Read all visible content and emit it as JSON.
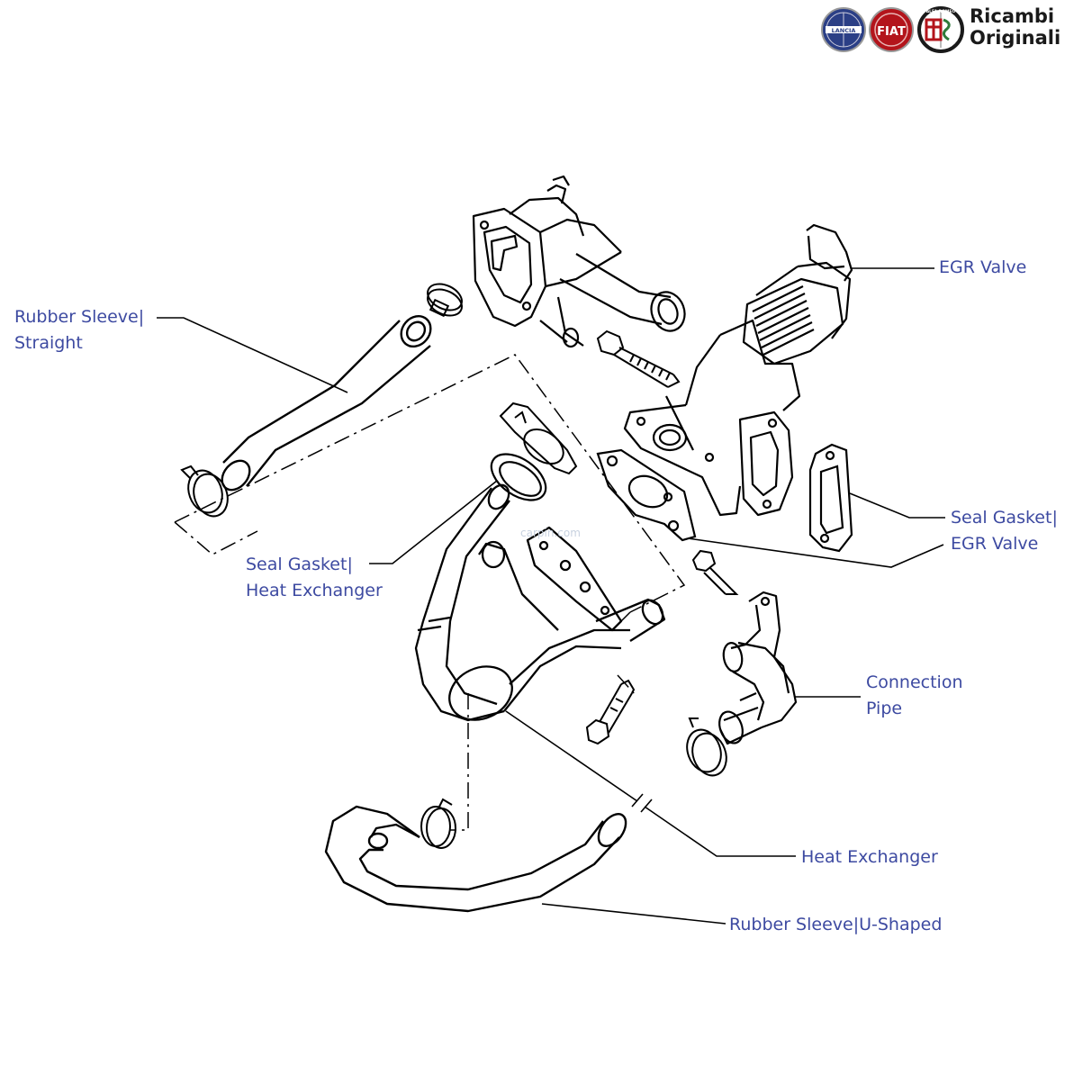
{
  "brands": {
    "lancia": "LANCIA",
    "fiat": "FIAT",
    "alfa": "ALFA ROMEO",
    "ricambi_line1": "Ricambi",
    "ricambi_line2": "Originali"
  },
  "watermark": "carpin.com",
  "labels": {
    "rubber_sleeve_straight": [
      "Rubber Sleeve|",
      "Straight"
    ],
    "egr_valve": [
      "EGR Valve"
    ],
    "seal_gasket_egr": [
      "Seal Gasket|",
      "EGR Valve"
    ],
    "seal_gasket_heat": [
      "Seal Gasket|",
      "Heat Exchanger"
    ],
    "connection_pipe": [
      "Connection",
      "Pipe"
    ],
    "heat_exchanger": [
      "Heat Exchanger"
    ],
    "rubber_sleeve_u": [
      "Rubber Sleeve|U-Shaped"
    ]
  },
  "colors": {
    "label_text": "#3d4aa1",
    "line_art": "#000000",
    "lancia_badge": "#2b3f86",
    "fiat_badge": "#b3141b"
  }
}
